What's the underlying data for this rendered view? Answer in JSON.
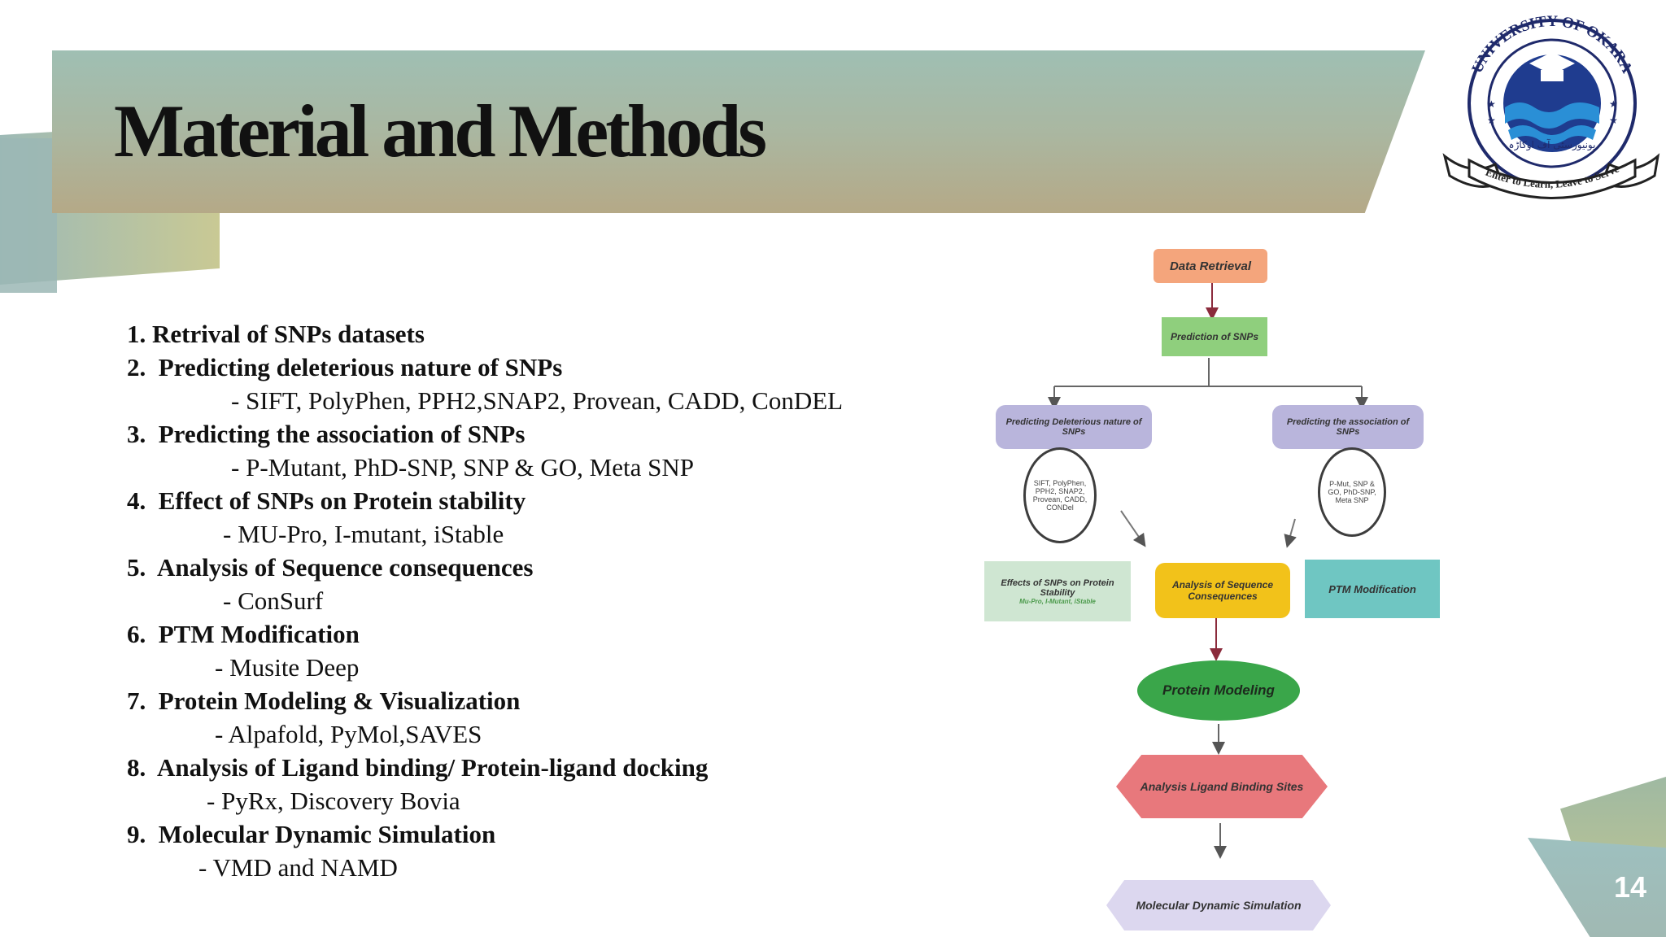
{
  "slide": {
    "title": "Material and Methods",
    "page_number": "14"
  },
  "logo": {
    "top_text": "UNIVERSITY OF OKARA",
    "motto": "Enter to Learn, Leave to Serve",
    "urdu_text": "یونیورسٹی آف اوکاڑہ"
  },
  "methods": [
    {
      "num": "1.",
      "title": "Retrival of SNPs datasets",
      "tools": ""
    },
    {
      "num": "2.",
      "title": "Predicting deleterious nature of SNPs",
      "tools": "- SIFT, PolyPhen, PPH2,SNAP2, Provean, CADD, ConDEL"
    },
    {
      "num": "3.",
      "title": "Predicting the association of SNPs",
      "tools": "- P-Mutant, PhD-SNP, SNP & GO, Meta SNP"
    },
    {
      "num": "4.",
      "title": "Effect of SNPs on Protein stability",
      "tools": "- MU-Pro, I-mutant, iStable"
    },
    {
      "num": "5.",
      "title": "Analysis of Sequence consequences",
      "tools": "- ConSurf"
    },
    {
      "num": "6.",
      "title": "PTM Modification",
      "tools": "- Musite Deep"
    },
    {
      "num": "7.",
      "title": "Protein Modeling & Visualization",
      "tools": "- Alpafold, PyMol,SAVES"
    },
    {
      "num": "8.",
      "title": "Analysis of Ligand binding/ Protein-ligand docking",
      "tools": "- PyRx, Discovery Bovia"
    },
    {
      "num": "9.",
      "title": "Molecular Dynamic Simulation",
      "tools": "- VMD and NAMD"
    }
  ],
  "flowchart": {
    "data_retrieval": "Data Retrieval",
    "prediction": "Prediction of SNPs",
    "deleterious": "Predicting Deleterious nature of SNPs",
    "association": "Predicting the association of SNPs",
    "deleterious_tools": "SIFT, PolyPhen, PPH2, SNAP2, Provean, CADD, CONDel",
    "association_tools": "P-Mut, SNP & GO, PhD-SNP, Meta SNP",
    "stability": "Effects of SNPs on Protein Stability",
    "stability_tools": "Mu-Pro, I-Mutant, iStable",
    "sequence": "Analysis of Sequence Consequences",
    "ptm": "PTM Modification",
    "modeling": "Protein Modeling",
    "ligand": "Analysis Ligand Binding Sites",
    "md": "Molecular Dynamic Simulation"
  },
  "colors": {
    "data_retrieval": "#f4a57c",
    "prediction": "#8fcf7d",
    "purple": "#b9b5dc",
    "stability": "#cfe6d2",
    "sequence": "#f2c21a",
    "ptm": "#6fc6c2",
    "modeling": "#3aa64a",
    "ligand": "#e8787c",
    "md": "#dcd7ef"
  }
}
